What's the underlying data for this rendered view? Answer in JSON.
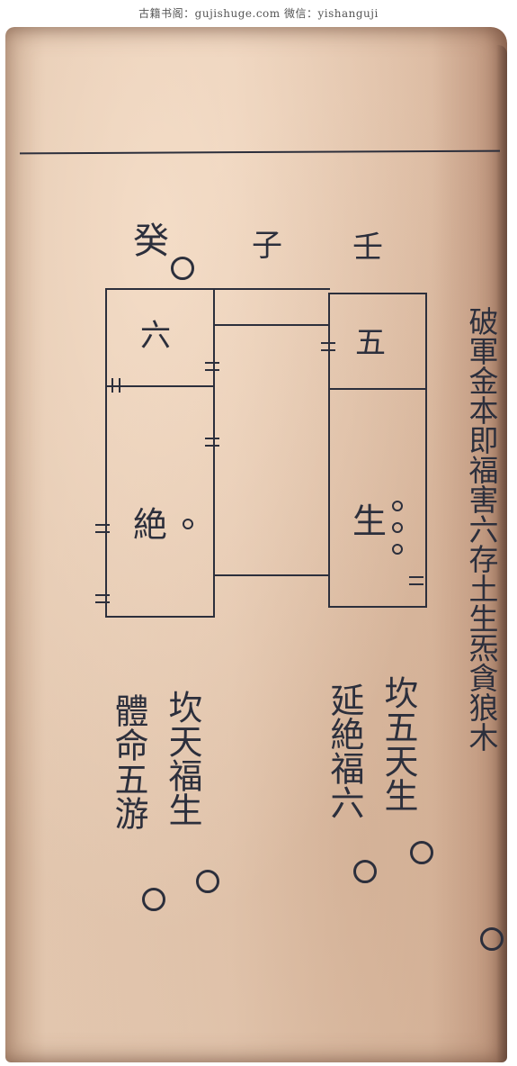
{
  "watermark": "古籍书阁：gujishuge.com 微信：yishanguji",
  "header": {
    "left": "癸",
    "center": "子",
    "right": "壬"
  },
  "diagram": {
    "left_top": "六",
    "left_main": "絶",
    "right_top": "五",
    "right_main": "生"
  },
  "side_text": "破軍金本即福害六存土生炁貪狼木",
  "notes": {
    "col1": "體命五游",
    "col2": "坎天福生",
    "col3": "延絶福六",
    "col4": "坎五天生"
  },
  "colors": {
    "ink": "#2c2f3c",
    "paper": "#e4c8b0"
  }
}
